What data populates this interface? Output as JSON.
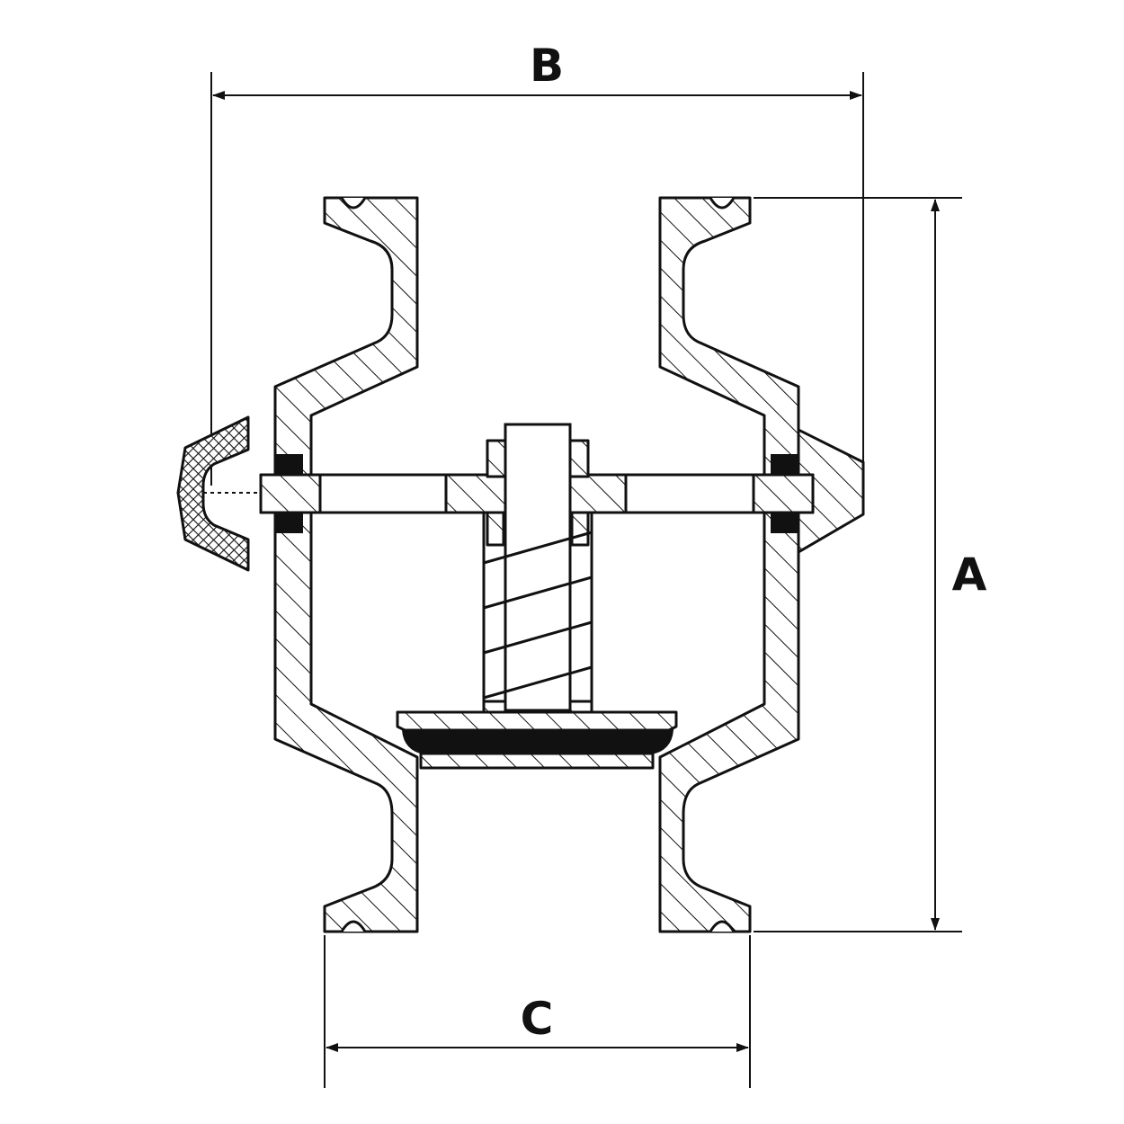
{
  "dimensions": {
    "width_label": "B",
    "height_label": "A",
    "bore_label": "C"
  }
}
